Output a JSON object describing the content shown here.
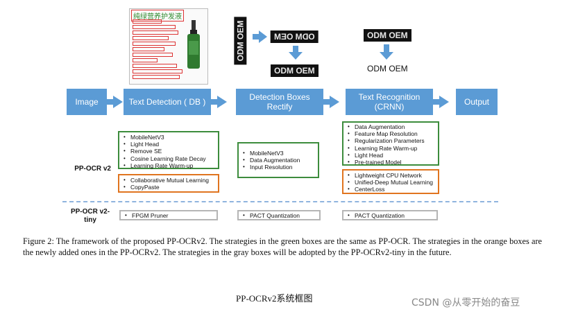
{
  "flow": {
    "image": "Image",
    "text_detection": "Text Detection ( DB )",
    "detection_boxes": "Detection Boxes Rectify",
    "text_recognition": "Text Recognition (CRNN)",
    "output": "Output"
  },
  "illustration": {
    "header_text": "纯绿营养护发液",
    "oem_rotated": "ODM OEM",
    "oem_mirrored": "ODM OEM",
    "oem_fixed": "ODM OEM",
    "oem_recog_img": "ODM OEM",
    "oem_recog_text": "ODM OEM"
  },
  "rows": {
    "ppocr_v2": "PP-OCR v2",
    "ppocr_v2_tiny": "PP-OCR v2-tiny"
  },
  "detection": {
    "green": [
      "MobileNetV3",
      "Light Head",
      "Remove SE",
      "Cosine Learning Rate Decay",
      "Learning Rate Warm-up"
    ],
    "orange": [
      "Collaborative Mutual Learning",
      "CopyPaste"
    ],
    "gray": [
      "FPGM Pruner"
    ]
  },
  "rectify": {
    "green": [
      "MobileNetV3",
      "Data Augmentation",
      "Input Resolution"
    ],
    "gray": [
      "PACT Quantization"
    ]
  },
  "recognition": {
    "green": [
      "Data Augmentation",
      "Feature Map Resolution",
      "Regularization Parameters",
      "Learning Rate Warm-up",
      "Light Head",
      "Pre-trained Model"
    ],
    "orange": [
      "Lightweight CPU Network",
      "Unified-Deep Mutual Learning",
      "CenterLoss"
    ],
    "gray": [
      "PACT Quantization"
    ]
  },
  "caption": "Figure 2: The framework of the proposed PP-OCRv2. The strategies in the green boxes are the same as PP-OCR. The strategies in the orange boxes are the newly added ones in the PP-OCRv2. The strategies in the gray boxes will be adopted by the PP-OCRv2-tiny in the future.",
  "subcaption": "PP-OCRv2系统框图",
  "watermark": "CSDN @从零开始的奋豆",
  "colors": {
    "flow_blue": "#5b9bd5",
    "green_border": "#3c8c3c",
    "orange_border": "#e0741f",
    "gray_border": "#b5b5b5",
    "dashed_line": "#8fb4de"
  }
}
